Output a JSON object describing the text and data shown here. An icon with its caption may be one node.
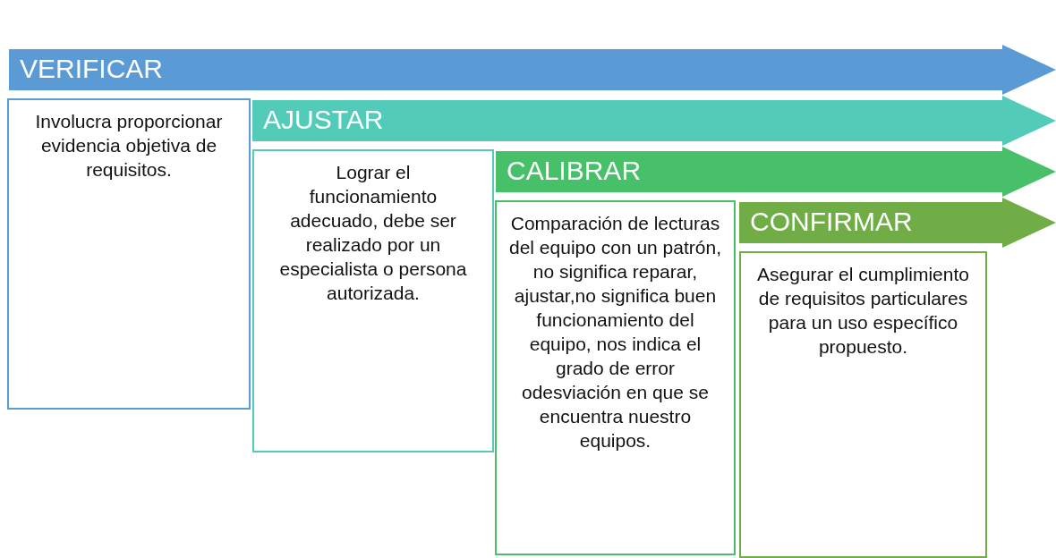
{
  "diagram": {
    "nodes": [
      {
        "text": [
          "VERIFICAR"
        ]
      },
      {
        "text": [
          "Involucra proporcionar evidencia objetiva de requisitos."
        ]
      },
      {
        "text": [
          "AJUSTAR"
        ]
      },
      {
        "text": [
          "Lograr el funcionamiento adecuado, debe ser realizado por un especialista o persona autorizada."
        ]
      },
      {
        "text": [
          "CALIBRAR"
        ]
      },
      {
        "text": [
          "Comparación de lecturas del equipo con un patrón, no significa reparar, ajustar,no significa buen funcionamiento del equipo, nos indica el grado de error odesviación en que se encuentra nuestro equipos."
        ]
      },
      {
        "text": [
          "CONFIRMAR"
        ]
      },
      {
        "text": [
          "Asegurar el cumplimiento de requisitos particulares para un uso específico propuesto."
        ]
      }
    ]
  }
}
